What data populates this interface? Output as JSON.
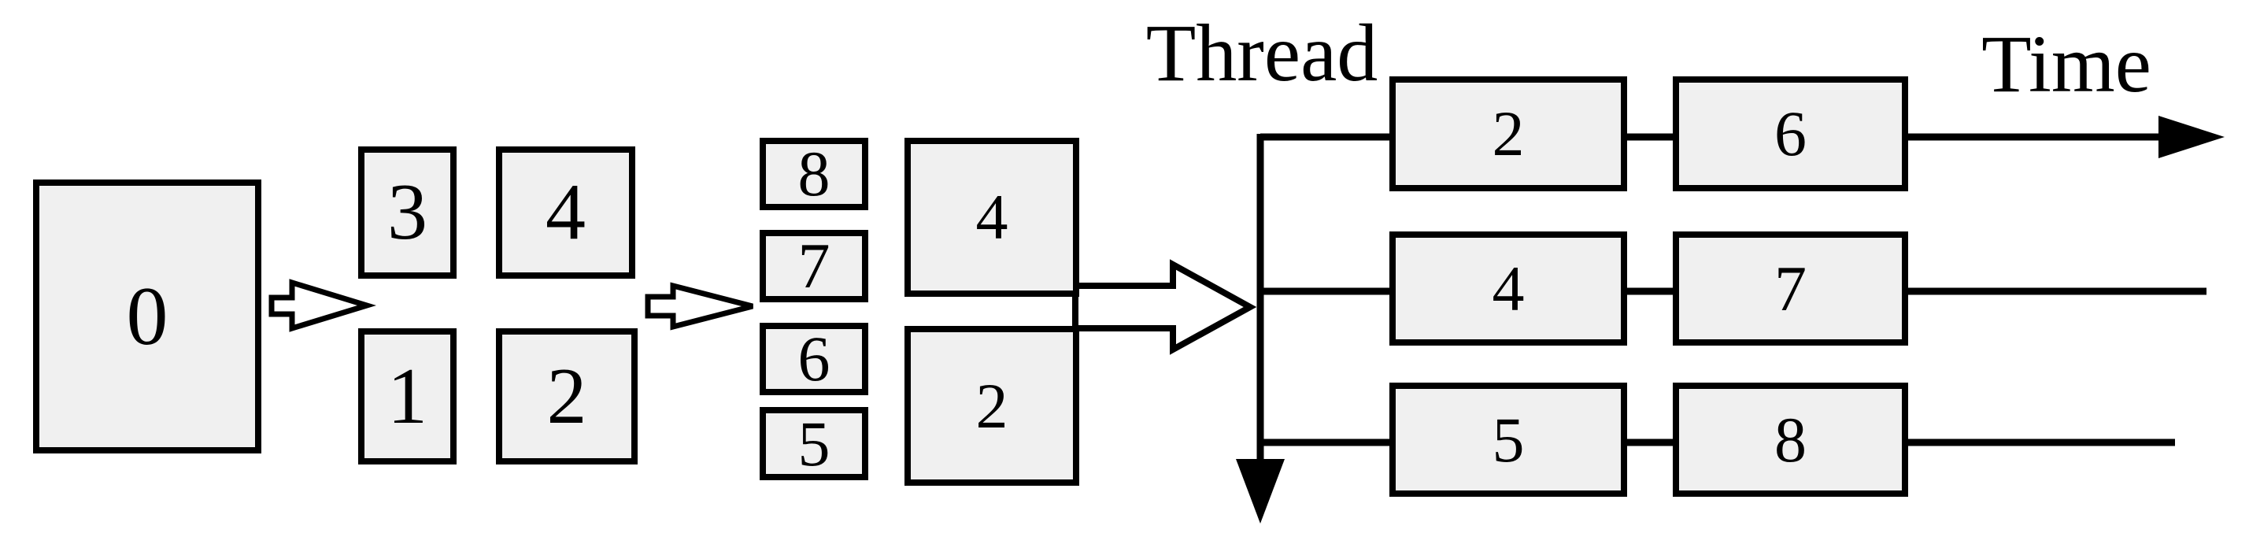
{
  "figure": {
    "colors": {
      "box_fill": "#f0f0f0",
      "stroke": "#000000",
      "background": "#ffffff"
    },
    "stage1": {
      "box0": "0"
    },
    "stage2": {
      "box3": "3",
      "box4": "4",
      "box1": "1",
      "box2": "2"
    },
    "stage3": {
      "stack8": "8",
      "stack7": "7",
      "stack6": "6",
      "stack5": "5",
      "box4": "4",
      "box2": "2"
    },
    "schedule": {
      "thread_label": "Thread",
      "time_label": "Time",
      "row1": {
        "first": "2",
        "second": "6"
      },
      "row2": {
        "first": "4",
        "second": "7"
      },
      "row3": {
        "first": "5",
        "second": "8"
      }
    }
  }
}
